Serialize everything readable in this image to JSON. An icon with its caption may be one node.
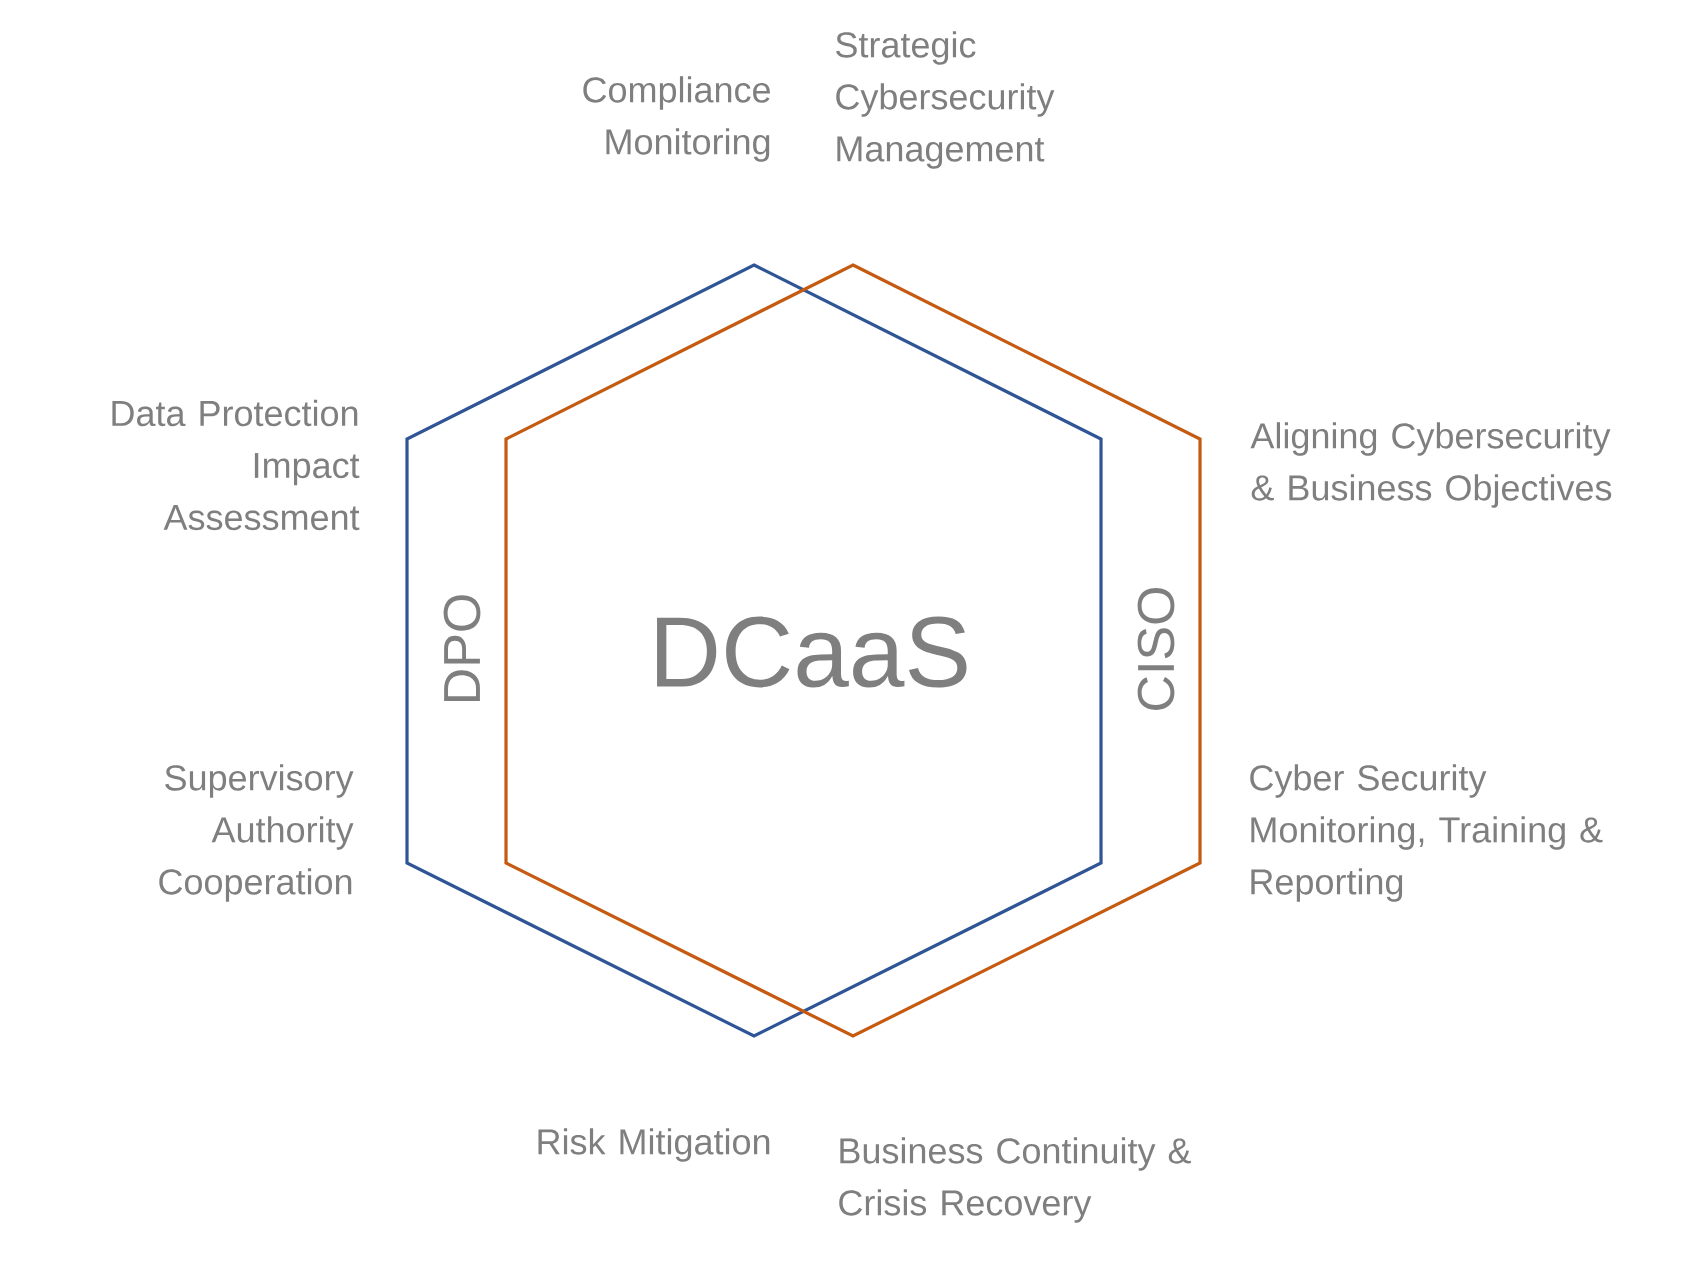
{
  "diagram": {
    "nodes": [
      {
        "text": [
          "DPO"
        ]
      },
      {
        "text": [
          "CISO"
        ]
      }
    ],
    "labels": [
      "Compliance Monitoring",
      "Strategic Cybersecurity Management",
      "Data Protection Impact Assessment",
      "Aligning Cybersecurity & Business Objectives",
      "DCaaS",
      "Supervisory Authority Cooperation",
      "Cyber Security Monitoring, Training & Reporting",
      "Risk Mitigation",
      "Business Continuity & Crisis Recovery"
    ]
  }
}
